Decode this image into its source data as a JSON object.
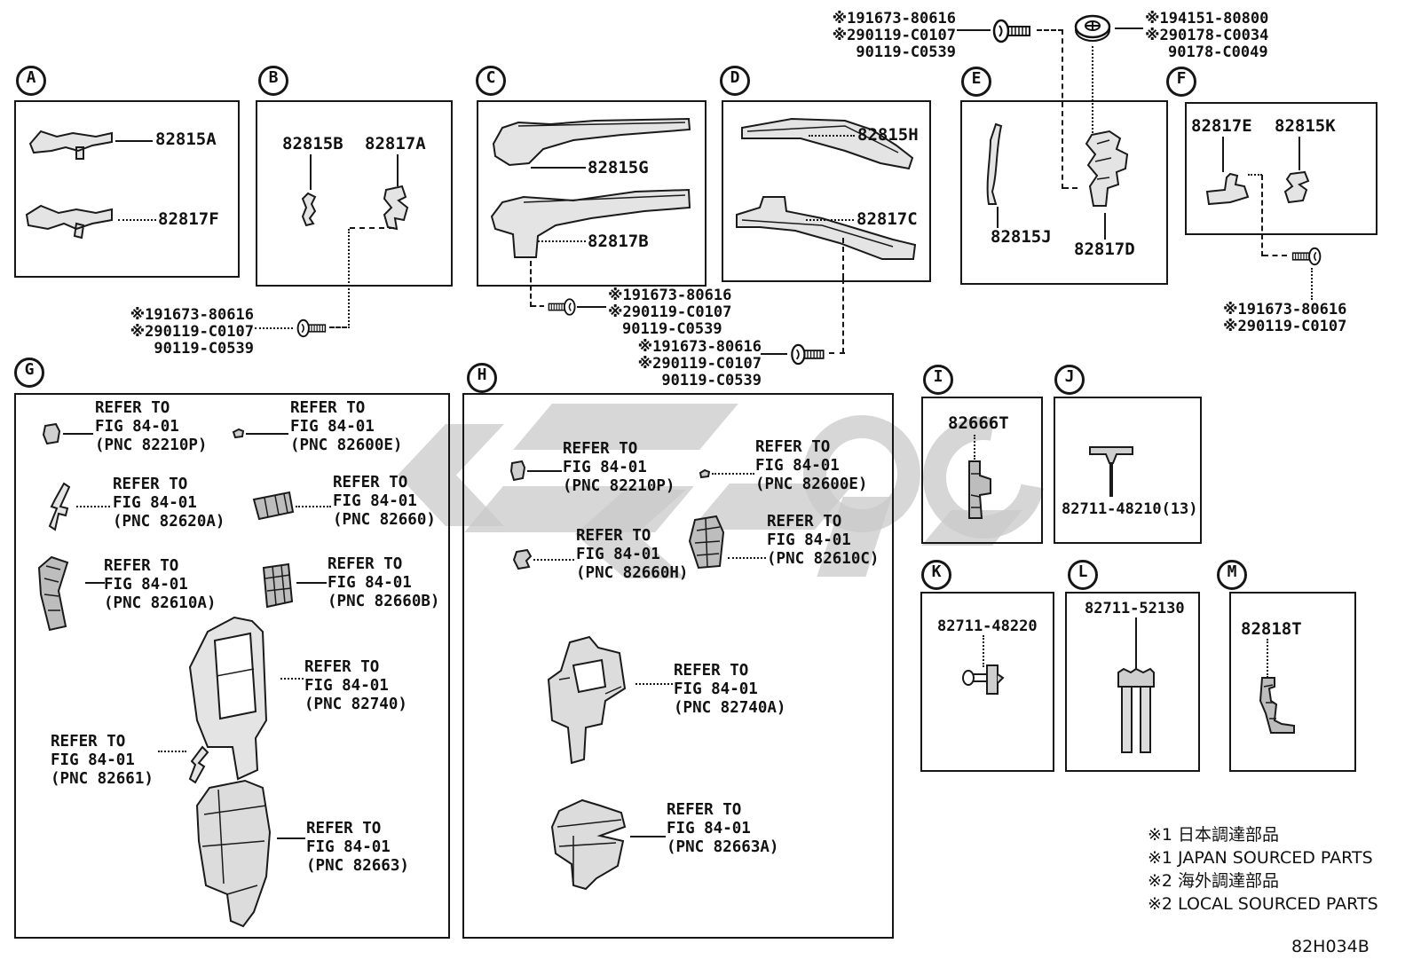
{
  "code": "82H034B",
  "footnotes": [
    "※1 日本調達部品",
    "※1 JAPAN SOURCED PARTS",
    "※2 海外調達部品",
    "※2 LOCAL SOURCED PARTS"
  ],
  "fasteners": {
    "top_screw": {
      "lines": [
        "※191673-80616",
        "※290119-C0107",
        "90119-C0539"
      ]
    },
    "top_bolt": {
      "lines": [
        "※194151-80800",
        "※290178-C0034",
        "90178-C0049"
      ]
    },
    "below_b": {
      "lines": [
        "※191673-80616",
        "※290119-C0107",
        "90119-C0539"
      ]
    },
    "below_c": {
      "lines": [
        "※191673-80616",
        "※290119-C0107",
        "90119-C0539"
      ]
    },
    "below_d": {
      "lines": [
        "※191673-80616",
        "※290119-C0107",
        "90119-C0539"
      ]
    },
    "below_f": {
      "lines": [
        "※191673-80616",
        "※290119-C0107"
      ]
    }
  },
  "sections": {
    "A": {
      "letter": "A",
      "parts": [
        "82815A",
        "82817F"
      ]
    },
    "B": {
      "letter": "B",
      "parts": [
        "82815B",
        "82817A"
      ]
    },
    "C": {
      "letter": "C",
      "parts": [
        "82815G",
        "82817B"
      ]
    },
    "D": {
      "letter": "D",
      "parts": [
        "82815H",
        "82817C"
      ]
    },
    "E": {
      "letter": "E",
      "parts": [
        "82815J",
        "82817D"
      ]
    },
    "F": {
      "letter": "F",
      "parts": [
        "82817E",
        "82815K"
      ]
    },
    "G": {
      "letter": "G",
      "refs": [
        [
          "REFER TO",
          "FIG 84-01",
          "(PNC 82210P)"
        ],
        [
          "REFER TO",
          "FIG 84-01",
          "(PNC 82600E)"
        ],
        [
          "REFER TO",
          "FIG 84-01",
          "(PNC 82620A)"
        ],
        [
          "REFER TO",
          "FIG 84-01",
          "(PNC 82660)"
        ],
        [
          "REFER TO",
          "FIG 84-01",
          "(PNC 82610A)"
        ],
        [
          "REFER TO",
          "FIG 84-01",
          "(PNC 82660B)"
        ],
        [
          "REFER TO",
          "FIG 84-01",
          "(PNC 82740)"
        ],
        [
          "REFER TO",
          "FIG 84-01",
          "(PNC 82661)"
        ],
        [
          "REFER TO",
          "FIG 84-01",
          "(PNC 82663)"
        ]
      ]
    },
    "H": {
      "letter": "H",
      "refs": [
        [
          "REFER TO",
          "FIG 84-01",
          "(PNC 82210P)"
        ],
        [
          "REFER TO",
          "FIG 84-01",
          "(PNC 82600E)"
        ],
        [
          "REFER TO",
          "FIG 84-01",
          "(PNC 82660H)"
        ],
        [
          "REFER TO",
          "FIG 84-01",
          "(PNC 82610C)"
        ],
        [
          "REFER TO",
          "FIG 84-01",
          "(PNC 82740A)"
        ],
        [
          "REFER TO",
          "FIG 84-01",
          "(PNC 82663A)"
        ]
      ]
    },
    "I": {
      "letter": "I",
      "parts": [
        "82666T"
      ]
    },
    "J": {
      "letter": "J",
      "parts": [
        "82711-48210(13)"
      ]
    },
    "K": {
      "letter": "K",
      "parts": [
        "82711-48220"
      ]
    },
    "L": {
      "letter": "L",
      "parts": [
        "82711-52130"
      ]
    },
    "M": {
      "letter": "M",
      "parts": [
        "82818T"
      ]
    }
  }
}
